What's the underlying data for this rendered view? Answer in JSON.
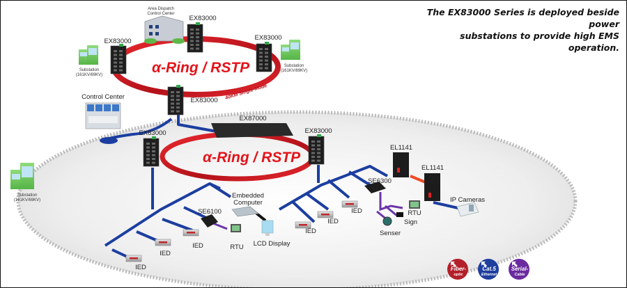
{
  "caption": {
    "line1": "The EX83000 Series is deployed beside power",
    "line2": "substations to provide high EMS operation."
  },
  "upper_ring": {
    "label": "α-Ring / RSTP",
    "link_label": "40KM Single-Mode",
    "switches": [
      {
        "label": "EX83000",
        "role": "top"
      },
      {
        "label": "EX83000",
        "role": "left"
      },
      {
        "label": "EX83000",
        "role": "right"
      },
      {
        "label": "EX83000",
        "role": "bottom"
      }
    ],
    "dispatch_center": {
      "line1": "Area Dispatch",
      "line2": "Control Center"
    },
    "substations": [
      {
        "line1": "Substation",
        "line2": "(161KV/69KV)"
      },
      {
        "line1": "Substation",
        "line2": "(161KV/69KV)"
      }
    ]
  },
  "control_center": {
    "label": "Control Center"
  },
  "lower_ring": {
    "label": "α-Ring / RSTP",
    "core_switch": "EX87000",
    "switches": [
      {
        "label": "EX83000",
        "role": "left"
      },
      {
        "label": "EX83000",
        "role": "right"
      }
    ]
  },
  "lower_substation": {
    "line1": "Substation",
    "line2": "(161KV/69KV)"
  },
  "left_branch": {
    "ieds": [
      "IED",
      "IED",
      "IED"
    ],
    "serial_server": "SE6100",
    "rtu": "RTU",
    "embedded_computer": {
      "line1": "Embedded",
      "line2": "Computer"
    },
    "display": "LCD Display"
  },
  "right_branch": {
    "ieds": [
      "IED",
      "IED",
      "IED"
    ],
    "serial_server": "SE6300",
    "rtu": "RTU",
    "sign": "Sign",
    "sensor": "Senser",
    "media_converters": [
      "EL1141",
      "EL1141"
    ],
    "cameras": "IP Cameras"
  },
  "legend": [
    {
      "line1": "Fiber-",
      "line2": "optic",
      "color": "#b3202a"
    },
    {
      "line1": "Cat.5",
      "line2": "Ethernet",
      "color": "#1f3f9e"
    },
    {
      "line1": "Serial-",
      "line2": "Cable",
      "color": "#6b2aa0"
    }
  ],
  "colors": {
    "ring_red": "#c8161d",
    "ethernet_blue": "#1c3ea0",
    "serial_purple": "#6b35a8",
    "fiber_orange": "#f04a23"
  }
}
